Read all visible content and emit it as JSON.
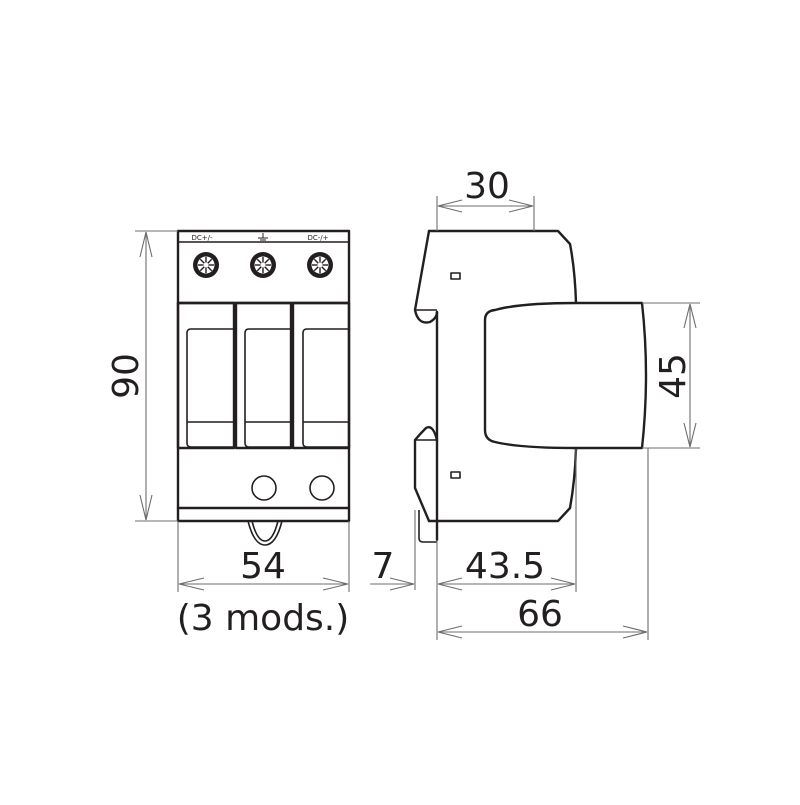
{
  "drawing": {
    "subject": "3-module DC surge protective device",
    "colors": {
      "outline": "#231f20",
      "dimension_line": "#6d6e71",
      "background": "#ffffff"
    }
  },
  "front_view": {
    "terminal_labels": [
      "DC+/-",
      "⏚",
      "DC-/+"
    ],
    "terminal_count": 3,
    "module_count": 3,
    "indicator_circles": 2
  },
  "dimensions": {
    "height": "90",
    "width": "54",
    "width_note": "(3 mods.)",
    "rail_offset": "7",
    "body_depth": "43.5",
    "total_depth": "66",
    "top_depth": "30",
    "front_height": "45"
  }
}
